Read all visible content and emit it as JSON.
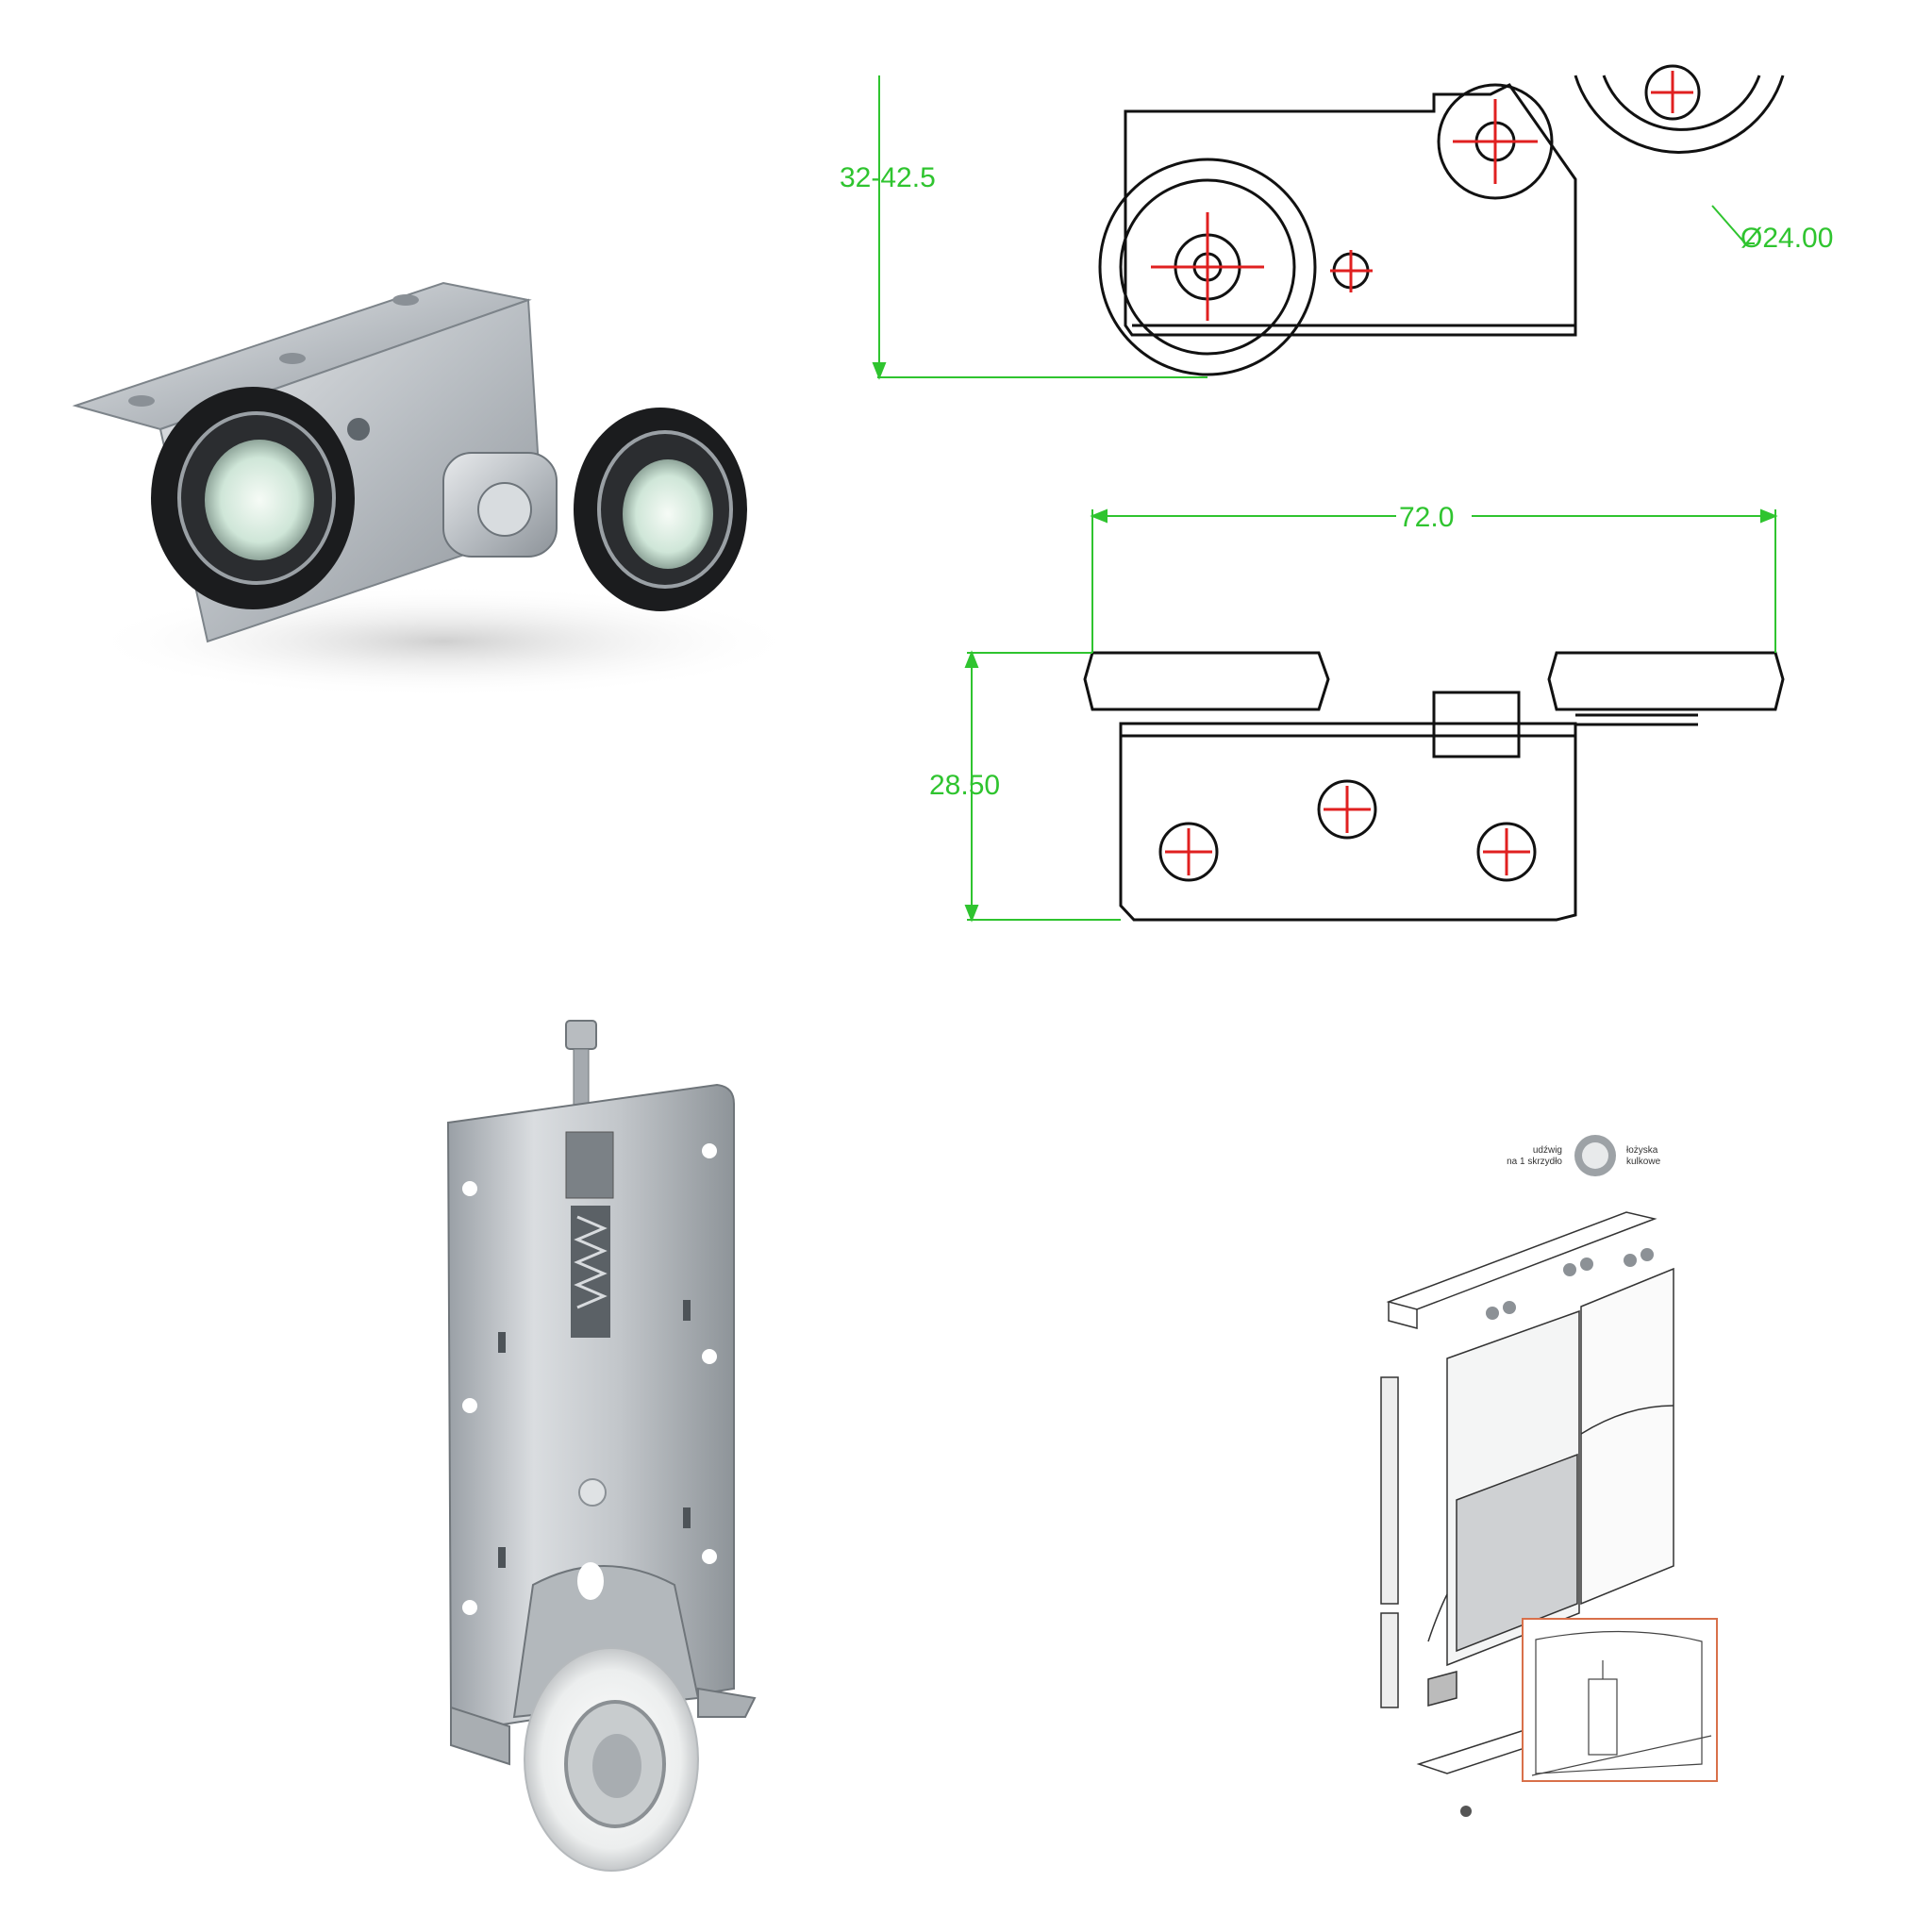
{
  "drawing_side": {
    "height_range": "32-42.5",
    "wheel_diameter": "Ø24.00",
    "dim_color": "#2fc42f",
    "centerline_color": "#e02020"
  },
  "drawing_top": {
    "width": "72.0",
    "height": "28.50"
  },
  "install_diagram": {
    "load_label_line1": "udźwig",
    "load_label_line2": "na 1 skrzydło",
    "bearing_label_line1": "łożyska",
    "bearing_label_line2": "kulkowe",
    "detail_frame_color": "#d9704a"
  },
  "photos": {
    "roller_black": "black-twin-roller-photo",
    "roller_white": "white-bottom-roller-photo"
  }
}
